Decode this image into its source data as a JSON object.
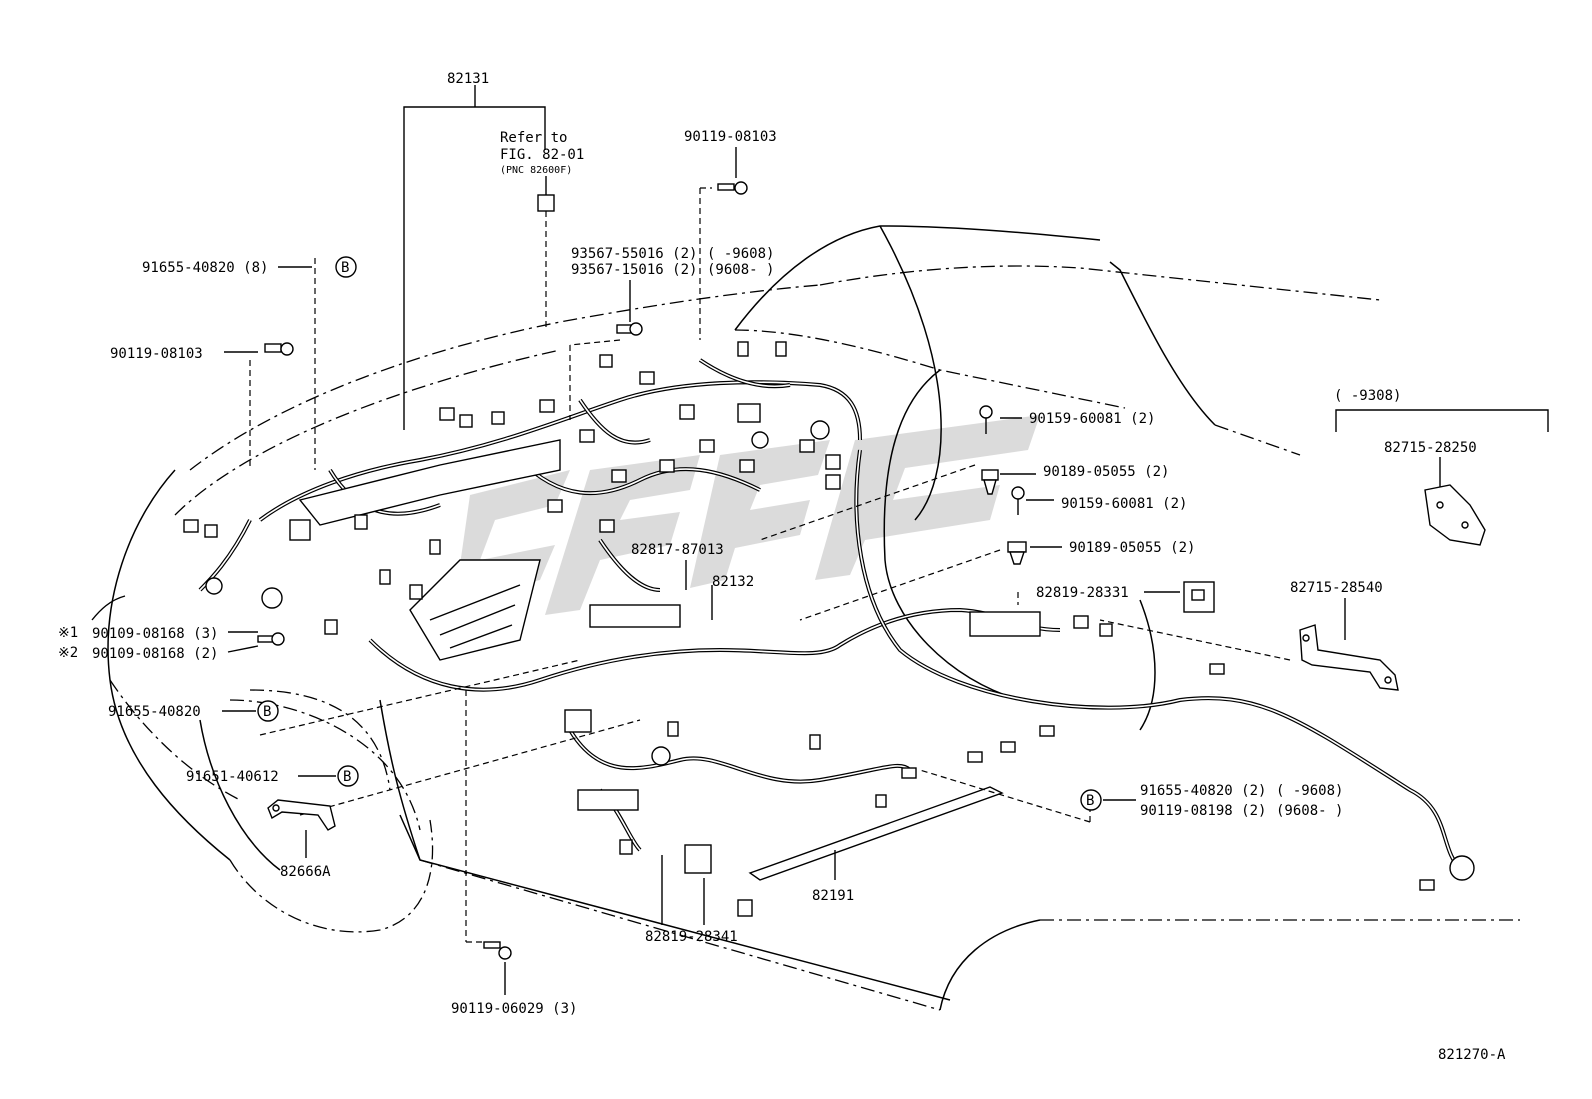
{
  "harness_labels": {
    "main": "82131",
    "sub": "82132",
    "floor": "82191"
  },
  "refer": {
    "line1": "Refer to",
    "line2": "FIG. 82-01",
    "line3": "(PNC 82600F)"
  },
  "parts": {
    "p1": "90119-08103",
    "p2a": "93567-55016 (2)",
    "p2a_range": "(      -9608)",
    "p2b": "93567-15016 (2)",
    "p2b_range": "(9608-       )",
    "p3": "91655-40820 (8)",
    "p4": "90119-08103",
    "p5": "90159-60081 (2)",
    "p6": "90189-05055 (2)",
    "p7": "90159-60081 (2)",
    "p8": "90189-05055 (2)",
    "p9": "82817-87013",
    "p10": "82819-28331",
    "p11_mark": "※1",
    "p11": "90109-08168 (3)",
    "p12_mark": "※2",
    "p12": "90109-08168 (2)",
    "p13": "91655-40820",
    "p14": "91651-40612",
    "p15": "82666A",
    "p16": "82819-28341",
    "p17": "90119-06029 (3)",
    "p18a": "91655-40820 (2)",
    "p18a_range": "(      -9608)",
    "p18b": "90119-08198 (2)",
    "p18b_range": "(9608-       )",
    "p19_range": "(      -9308)",
    "p19": "82715-28250",
    "p20": "82715-28540"
  },
  "marker": "B",
  "figure_id": "821270-A"
}
